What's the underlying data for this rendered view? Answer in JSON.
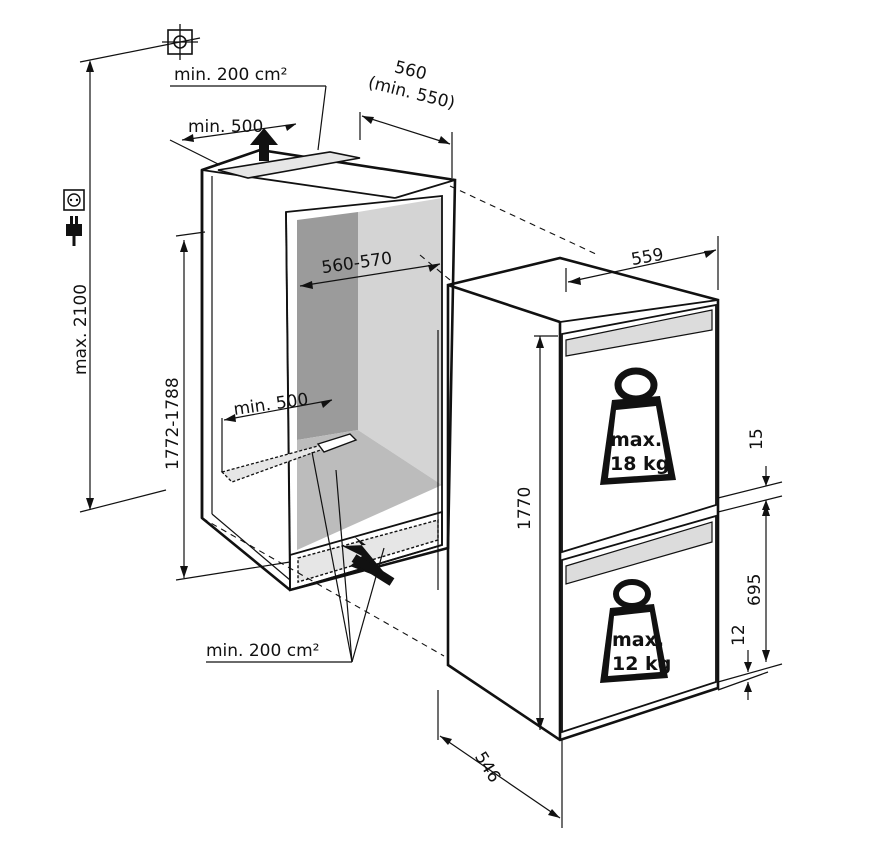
{
  "labels": {
    "vent_top_area": "min. 200 cm²",
    "vent_top_width": "min. 500",
    "niche_depth": "560",
    "niche_depth_min": "(min. 550)",
    "niche_width": "560-570",
    "niche_height": "1772-1788",
    "max_height": "max. 2100",
    "floor_vent_width": "min. 500",
    "bottom_vent_area": "min. 200 cm²",
    "appliance_width": "559",
    "appliance_height": "1770",
    "appliance_depth": "546",
    "gap_between_doors": "15",
    "lower_door_height": "695",
    "bottom_offset": "12",
    "upper_load_line1": "max.",
    "upper_load_line2": "18 kg",
    "lower_load_line1": "max.",
    "lower_load_line2": "12 kg"
  },
  "icons": [
    "spirit-level-icon",
    "power-socket-icon",
    "power-plug-icon",
    "airflow-arrow-icon",
    "weight-icon"
  ],
  "colors": {
    "line": "#111111",
    "niche_inner_dark": "#9b9b9b",
    "niche_inner_light": "#d4d4d4",
    "niche_floor": "#bcbcbc",
    "vent_grille": "#e6e6e6",
    "appliance_body": "#ffffff"
  }
}
